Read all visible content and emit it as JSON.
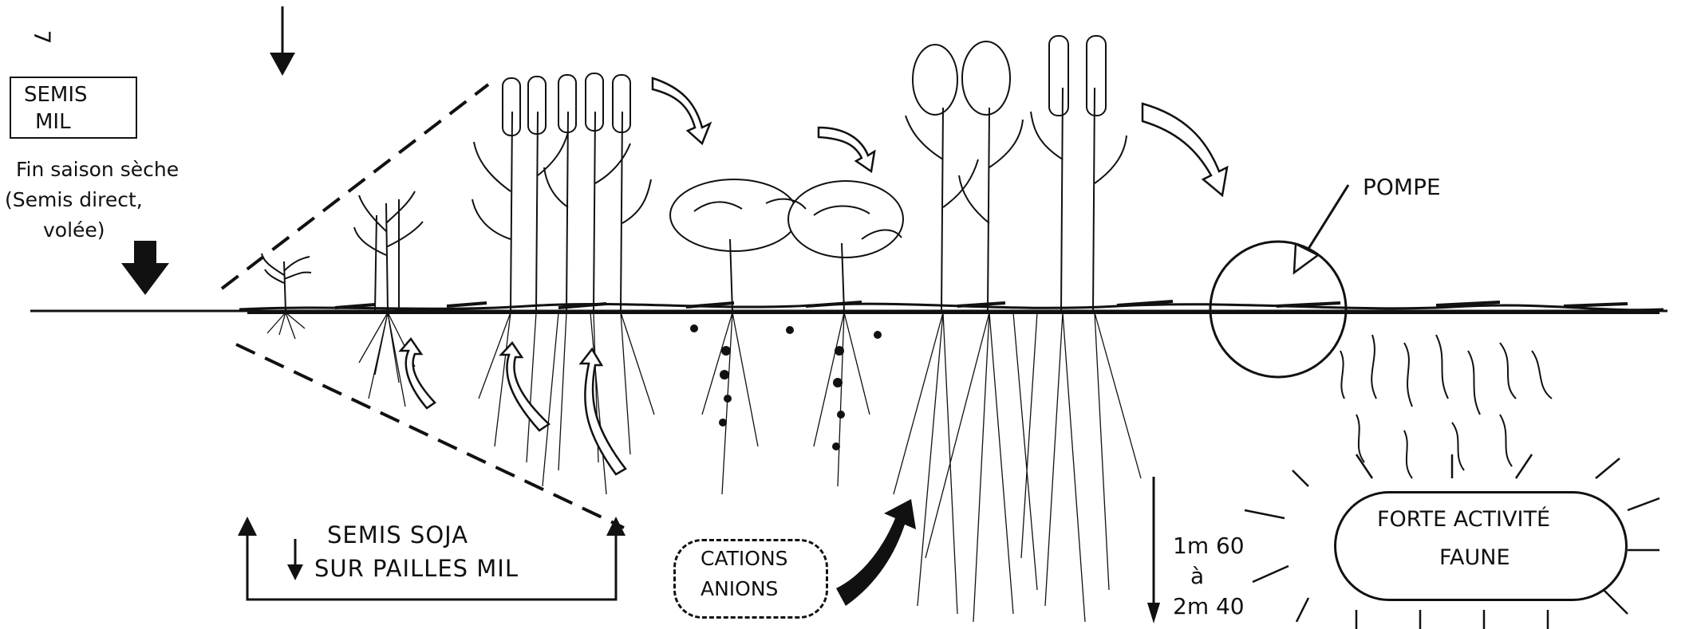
{
  "page_mark": "7",
  "semis_mil": {
    "line1": "SEMIS",
    "line2": "MIL"
  },
  "timing_text": {
    "line1": "Fin saison sèche",
    "line2": "(Semis direct,",
    "line3": "volée)"
  },
  "semis_soja": {
    "line1": "SEMIS  SOJA",
    "line2": "SUR PAILLES MIL"
  },
  "nutrients": {
    "line1": "CATIONS",
    "line2": "ANIONS"
  },
  "pump_label": "POMPE",
  "depth": {
    "line1": "1m 60",
    "line2": "à",
    "line3": "2m 40"
  },
  "fauna": {
    "line1": "FORTE  ACTIVITÉ",
    "line2": "FAUNE"
  },
  "colors": {
    "ink": "#111111",
    "paper": "#ffffff"
  }
}
